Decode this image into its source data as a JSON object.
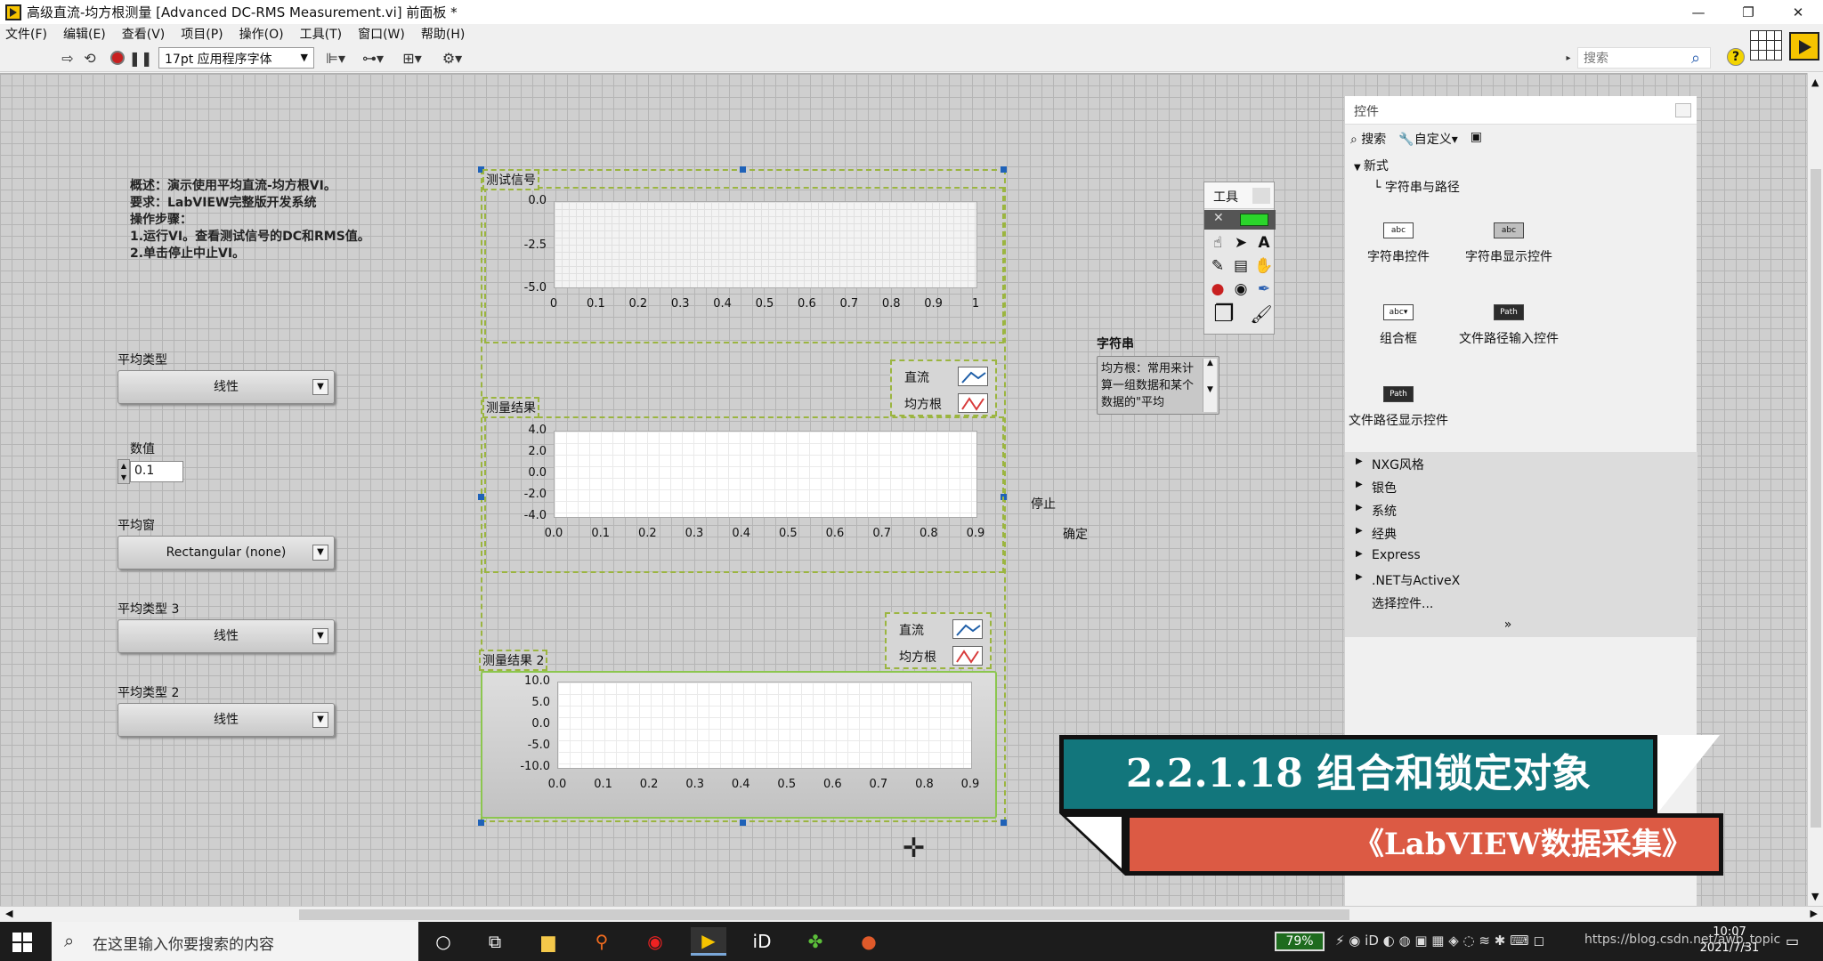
{
  "window": {
    "title": "高级直流-均方根测量 [Advanced DC-RMS Measurement.vi] 前面板 *",
    "min": "—",
    "max": "❐",
    "close": "✕"
  },
  "menu": [
    "文件(F)",
    "编辑(E)",
    "查看(V)",
    "项目(P)",
    "操作(O)",
    "工具(T)",
    "窗口(W)",
    "帮助(H)"
  ],
  "toolbar": {
    "font": "17pt 应用程序字体",
    "search_placeholder": "搜索",
    "help": "?"
  },
  "description": [
    "概述：演示使用平均直流-均方根VI。",
    "要求：LabVIEW完整版开发系统",
    "操作步骤：",
    "1.运行VI。查看测试信号的DC和RMS值。",
    "2.单击停止中止VI。"
  ],
  "controls": {
    "avg_type_label": "平均类型",
    "avg_type_value": "线性",
    "numeric_label": "数值",
    "numeric_value": "0.1",
    "window_label": "平均窗",
    "window_value": "Rectangular (none)",
    "avg_type3_label": "平均类型 3",
    "avg_type3_value": "线性",
    "avg_type2_label": "平均类型 2",
    "avg_type2_value": "线性"
  },
  "graphs": {
    "g1": {
      "label": "测试信号",
      "yticks": [
        "0.0",
        "-2.5",
        "-5.0"
      ],
      "xticks": [
        "0",
        "0.1",
        "0.2",
        "0.3",
        "0.4",
        "0.5",
        "0.6",
        "0.7",
        "0.8",
        "0.9",
        "1"
      ]
    },
    "g2": {
      "label": "测量结果",
      "yticks": [
        "4.0",
        "2.0",
        "0.0",
        "-2.0",
        "-4.0"
      ],
      "xticks": [
        "0.0",
        "0.1",
        "0.2",
        "0.3",
        "0.4",
        "0.5",
        "0.6",
        "0.7",
        "0.8",
        "0.9"
      ]
    },
    "g3": {
      "label": "测量结果 2",
      "yticks": [
        "10.0",
        "5.0",
        "0.0",
        "-5.0",
        "-10.0"
      ],
      "xticks": [
        "0.0",
        "0.1",
        "0.2",
        "0.3",
        "0.4",
        "0.5",
        "0.6",
        "0.7",
        "0.8",
        "0.9"
      ]
    },
    "legend": {
      "dc": "直流",
      "rms": "均方根",
      "dc_color": "#1f5fa8",
      "rms_color": "#d83a3a"
    }
  },
  "stop_label": "停止",
  "ok_label": "确定",
  "tools": {
    "title": "工具"
  },
  "string_indicator": {
    "label": "字符串",
    "value": "均方根：常用来计算一组数据和某个数据的\"平均"
  },
  "controls_palette": {
    "title": "控件",
    "search": "搜索",
    "customize": "自定义▾",
    "section_new": "新式",
    "subsection": "字符串与路径",
    "items": [
      "字符串控件",
      "字符串显示控件",
      "组合框",
      "文件路径输入控件",
      "文件路径显示控件"
    ],
    "categories": [
      "NXG风格",
      "银色",
      "系统",
      "经典",
      "Express",
      ".NET与ActiveX",
      "选择控件..."
    ],
    "more": "»"
  },
  "banner": {
    "title": "2.2.1.18 组合和锁定对象",
    "subtitle": "《LabVIEW数据采集》"
  },
  "taskbar": {
    "search_placeholder": "在这里输入你要搜索的内容",
    "battery": "79%",
    "time": "10:07",
    "date": "2021/7/31"
  },
  "watermark": "https://blog.csdn.net/awb_topic"
}
